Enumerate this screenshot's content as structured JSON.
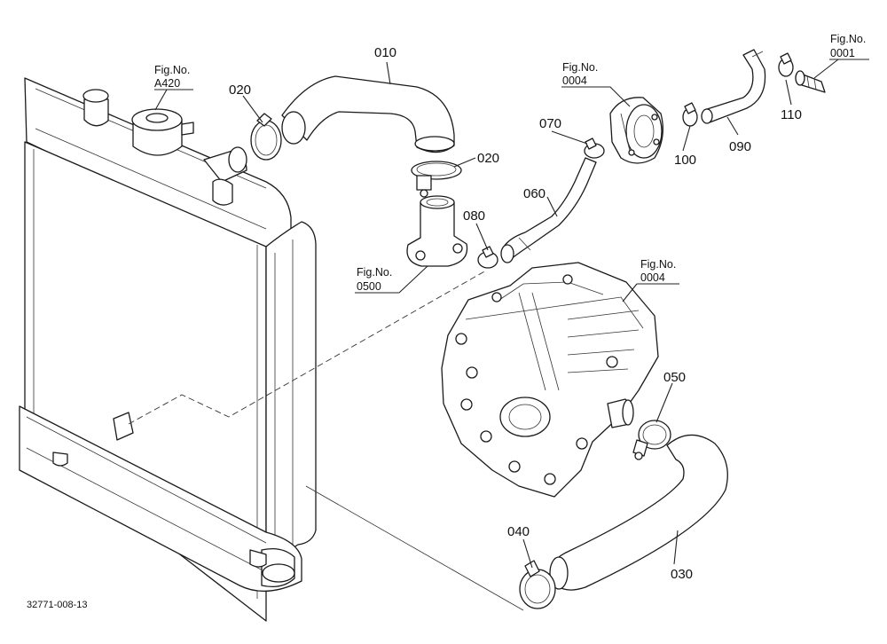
{
  "drawing_code": "32771-008-13",
  "fig_label": "Fig.No.",
  "fig_refs": {
    "radiator": "A420",
    "thermostat_housing": "0500",
    "water_pump": "0004",
    "gear_case": "0004",
    "sensor": "0001"
  },
  "part_numbers": {
    "upper_hose": "010",
    "upper_clamp_left": "020",
    "upper_clamp_right": "020",
    "lower_hose": "030",
    "lower_clamp_bottom": "040",
    "lower_clamp_top": "050",
    "bypass_hose": "060",
    "bypass_clamp_top": "070",
    "bypass_clamp_bottom": "080",
    "heater_hose": "090",
    "heater_clamp_left": "100",
    "heater_clamp_right": "110"
  }
}
